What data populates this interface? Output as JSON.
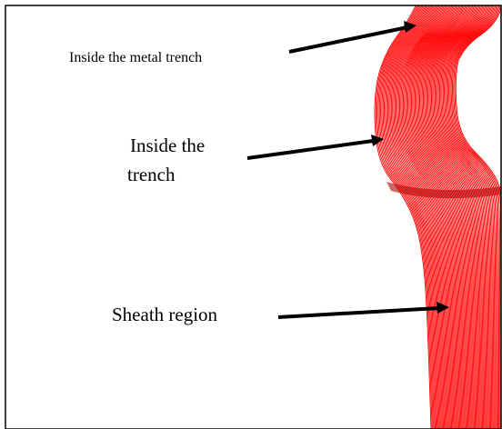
{
  "labels": {
    "metal_trench": "Inside the metal trench",
    "trench_line1": "Inside the",
    "trench_line2": "trench",
    "sheath": "Sheath region"
  },
  "colors": {
    "trajectory": "#ff0000",
    "arrow": "#000000",
    "frame": "#000000",
    "background": "#ffffff"
  }
}
